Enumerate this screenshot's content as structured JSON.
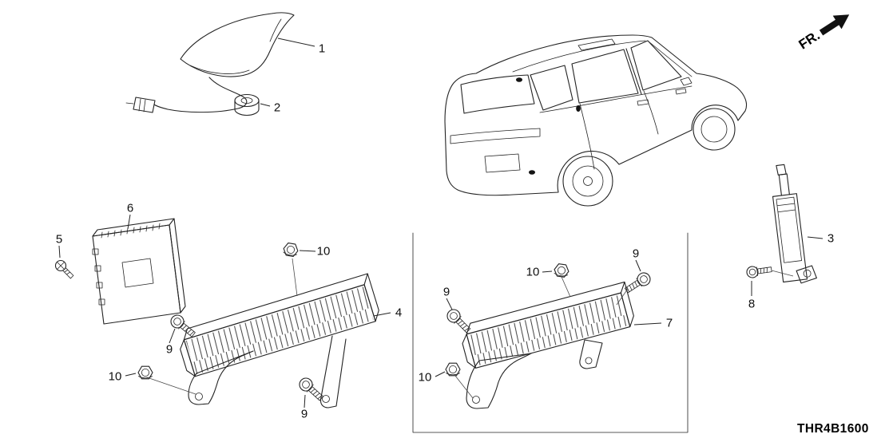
{
  "diagram": {
    "code": "THR4B1600",
    "direction": "FR.",
    "callouts": {
      "c1": {
        "label": "1"
      },
      "c2": {
        "label": "2"
      },
      "c3": {
        "label": "3"
      },
      "c4": {
        "label": "4"
      },
      "c5": {
        "label": "5"
      },
      "c6": {
        "label": "6"
      },
      "c7": {
        "label": "7"
      },
      "c8": {
        "label": "8"
      },
      "c9a": {
        "label": "9"
      },
      "c9b": {
        "label": "9"
      },
      "c9c": {
        "label": "9"
      },
      "c9d": {
        "label": "9"
      },
      "c10a": {
        "label": "10"
      },
      "c10b": {
        "label": "10"
      },
      "c10c": {
        "label": "10"
      },
      "c10d": {
        "label": "10"
      }
    }
  }
}
